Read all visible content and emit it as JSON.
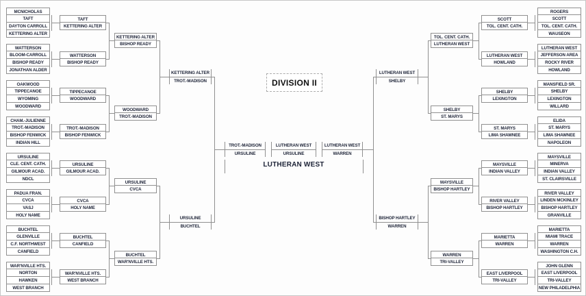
{
  "title": "DIVISION II",
  "champion": "LUTHERAN WEST",
  "championship": [
    "LUTHERAN WEST",
    "URSULINE"
  ],
  "left": {
    "round1": [
      [
        "MCNICHOLAS",
        "TAFT",
        "DAYTON CARROLL",
        "KETTERING ALTER"
      ],
      [
        "WATTERSON",
        "BLOOM-CARROLL",
        "BISHOP READY",
        "JONATHAN ALDER"
      ],
      [
        "OAKWOOD",
        "TIPPECANOE",
        "WYOMING",
        "WOODWARD"
      ],
      [
        "CHAM.-JULIENNE",
        "TROT.-MADISON",
        "BISHOP FENWICK",
        "INDIAN HILL"
      ],
      [
        "URSULINE",
        "CLE. CENT. CATH.",
        "GILMOUR ACAD.",
        "NDCL"
      ],
      [
        "PADUA FRAN.",
        "CVCA",
        "VASJ",
        "HOLY NAME"
      ],
      [
        "BUCHTEL",
        "GLENVILLE",
        "C.F. NORTHWEST",
        "CANFIELD"
      ],
      [
        "WAR'NVILLE HTS.",
        "NORTON",
        "HAWKEN",
        "WEST BRANCH"
      ]
    ],
    "round2": [
      [
        "TAFT",
        "KETTERING ALTER"
      ],
      [
        "WATTERSON",
        "BISHOP READY"
      ],
      [
        "TIPPECANOE",
        "WOODWARD"
      ],
      [
        "TROT.-MADISON",
        "BISHOP FENWICK"
      ],
      [
        "URSULINE",
        "GILMOUR ACAD."
      ],
      [
        "CVCA",
        "HOLY NAME"
      ],
      [
        "BUCHTEL",
        "CANFIELD"
      ],
      [
        "WAR'NVILLE HTS.",
        "WEST BRANCH"
      ]
    ],
    "qf": [
      [
        "KETTERING ALTER",
        "BISHOP READY"
      ],
      [
        "WOODWARD",
        "TROT.-MADISON"
      ],
      [
        "URSULINE",
        "CVCA"
      ],
      [
        "BUCHTEL",
        "WAR'NVILLE HTS."
      ]
    ],
    "sf": [
      [
        "KETTERING ALTER",
        "TROT.-MADISON"
      ],
      [
        "URSULINE",
        "BUCHTEL"
      ]
    ],
    "final": [
      "TROT.-MADISON",
      "URSULINE"
    ]
  },
  "right": {
    "round1": [
      [
        "ROGERS",
        "SCOTT",
        "TOL. CENT. CATH.",
        "WAUSEON"
      ],
      [
        "LUTHERAN WEST",
        "JEFFERSON AREA",
        "ROCKY RIVER",
        "HOWLAND"
      ],
      [
        "MANSFIELD SR.",
        "SHELBY",
        "LEXINGTON",
        "WILLARD"
      ],
      [
        "ELIDA",
        "ST. MARYS",
        "LIMA SHAWNEE",
        "NAPOLEON"
      ],
      [
        "MAYSVILLE",
        "MINERVA",
        "INDIAN VALLEY",
        "ST. CLAIRSVILLE"
      ],
      [
        "RIVER VALLEY",
        "LINDEN MCKINLEY",
        "BISHOP HARTLEY",
        "GRANVILLE"
      ],
      [
        "MARIETTA",
        "MIAMI TRACE",
        "WARREN",
        "WASHINGTON C.H."
      ],
      [
        "JOHN GLENN",
        "EAST LIVERPOOL",
        "TRI-VALLEY",
        "NEW PHILADELPHIA"
      ]
    ],
    "round2": [
      [
        "SCOTT",
        "TOL. CENT. CATH."
      ],
      [
        "LUTHERAN WEST",
        "HOWLAND"
      ],
      [
        "SHELBY",
        "LEXINGTON"
      ],
      [
        "ST. MARYS",
        "LIMA SHAWNEE"
      ],
      [
        "MAYSVILLE",
        "INDIAN VALLEY"
      ],
      [
        "RIVER VALLEY",
        "BISHOP HARTLEY"
      ],
      [
        "MARIETTA",
        "WARREN"
      ],
      [
        "EAST LIVERPOOL",
        "TRI-VALLEY"
      ]
    ],
    "qf": [
      [
        "TOL. CENT. CATH.",
        "LUTHERAN WEST"
      ],
      [
        "SHELBY",
        "ST. MARYS"
      ],
      [
        "MAYSVILLE",
        "BISHOP HARTLEY"
      ],
      [
        "WARREN",
        "TRI-VALLEY"
      ]
    ],
    "sf": [
      [
        "LUTHERAN WEST",
        "SHELBY"
      ],
      [
        "BISHOP HARTLEY",
        "WARREN"
      ]
    ],
    "final": [
      "LUTHERAN WEST",
      "WARREN"
    ]
  }
}
